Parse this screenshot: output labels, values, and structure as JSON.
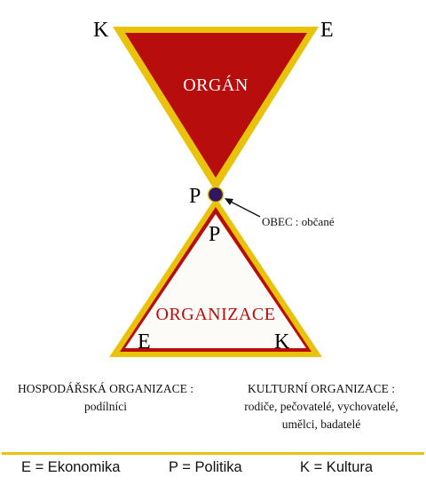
{
  "top_triangle": {
    "label": "ORGÁN",
    "corner_left": "K",
    "corner_right": "E",
    "apex": "P",
    "fill_color": "#b80d0d",
    "border_color": "#e8c20b"
  },
  "bottom_triangle": {
    "label": "ORGANIZACE",
    "apex": "P",
    "corner_left": "E",
    "corner_right": "K",
    "fill_color": "#fdfbf7",
    "border_color": "#e8c20b",
    "inner_border_color": "#b80d0d"
  },
  "center_node": {
    "annotation": "OBEC : občané",
    "color": "#2e1760"
  },
  "captions": {
    "left_title": "HOSPODÁŘSKÁ ORGANIZACE :",
    "left_body": "podílníci",
    "right_title": "KULTURNÍ ORGANIZACE :",
    "right_body_line1": "rodiče, pečovatelé, vychovatelé,",
    "right_body_line2": "umělci, badatelé"
  },
  "legend": {
    "e": "E = Ekonomika",
    "p": "P = Politika",
    "k": "K = Kultura"
  }
}
